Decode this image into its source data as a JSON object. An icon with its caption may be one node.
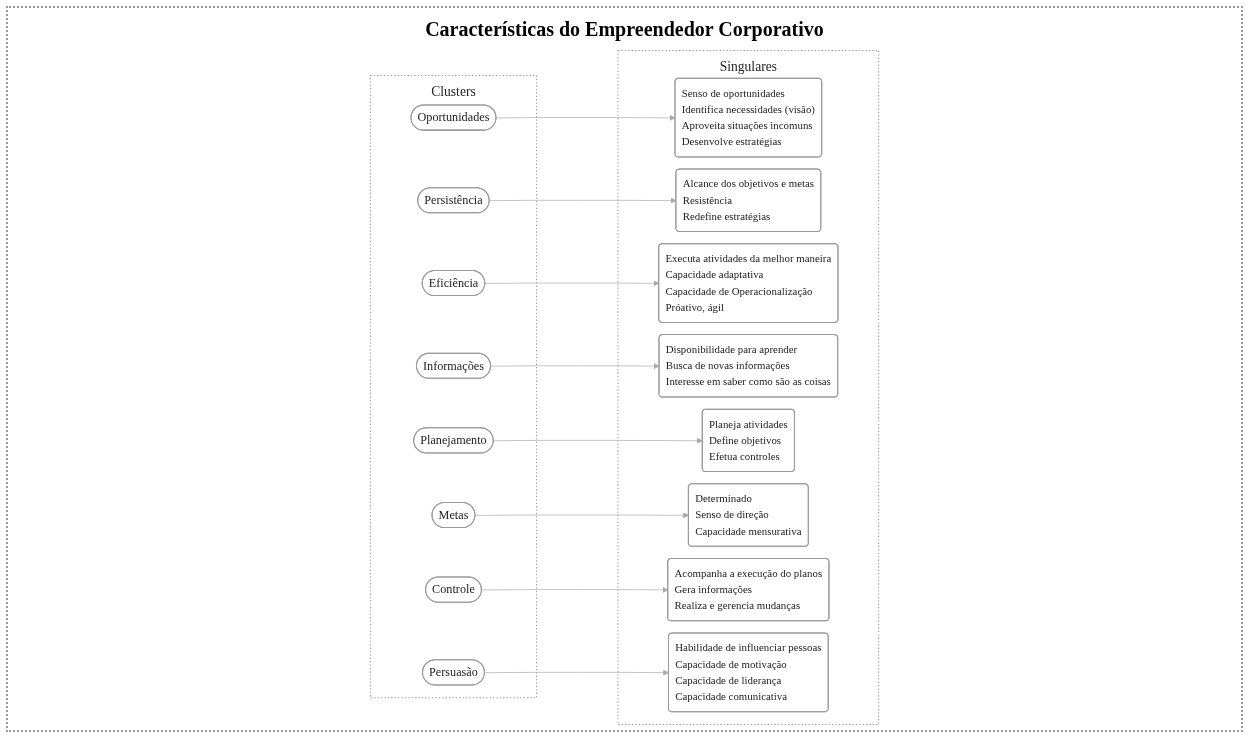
{
  "diagram": {
    "title": "Características do Empreendedor Corporativo",
    "nodes": [
      {
        "text": [
          "Clusters"
        ]
      },
      {
        "text": [
          "Oportunidades"
        ],
        "in": 0
      },
      {
        "text": [
          "Persistência"
        ],
        "in": 0
      },
      {
        "text": [
          "Eficiência"
        ],
        "in": 0
      },
      {
        "text": [
          "Informações"
        ],
        "in": 0
      },
      {
        "text": [
          "Planejamento"
        ],
        "in": 0
      },
      {
        "text": [
          "Metas"
        ],
        "in": 0
      },
      {
        "text": [
          "Controle"
        ],
        "in": 0
      },
      {
        "text": [
          "Persuasão"
        ],
        "in": 0
      },
      {
        "text": [
          "Singulares"
        ]
      },
      {
        "text": [
          "Senso de oportunidades",
          "Identifica necessidades (visão)",
          "Aproveita situações incomuns",
          "Desenvolve estratégias"
        ],
        "in": 9
      },
      {
        "text": [
          "Alcance dos objetivos e metas",
          "Resistência",
          "Redefine estratégias"
        ],
        "in": 9
      },
      {
        "text": [
          "Executa atividades da melhor maneira",
          "Capacidade adaptativa",
          "Capacidade de Operacionalização",
          "Próativo, ágil"
        ],
        "in": 9
      },
      {
        "text": [
          "Disponibilidade para aprender",
          "Busca de novas informações",
          "Interesse em saber como são as coisas"
        ],
        "in": 9
      },
      {
        "text": [
          "Planeja atividades",
          "Define objetivos",
          "Efetua controles"
        ],
        "in": 9
      },
      {
        "text": [
          "Determinado",
          "Senso de direção",
          "Capacidade mensurativa"
        ],
        "in": 9
      },
      {
        "text": [
          "Acompanha a execução do planos",
          "Gera informações",
          "Realiza e gerencia mudanças"
        ],
        "in": 9
      },
      {
        "text": [
          "Habilidade de influenciar pessoas",
          "Capacidade de motivação",
          "Capacidade de liderança",
          "Capacidade comunicativa"
        ],
        "in": 9
      }
    ],
    "edges": [
      {
        "from": 1,
        "to": 10,
        "arrow": "to"
      },
      {
        "from": 2,
        "to": 11,
        "arrow": "to"
      },
      {
        "from": 3,
        "to": 12,
        "arrow": "to"
      },
      {
        "from": 4,
        "to": 13,
        "arrow": "to"
      },
      {
        "from": 5,
        "to": 14,
        "arrow": "to"
      },
      {
        "from": 6,
        "to": 15,
        "arrow": "to"
      },
      {
        "from": 7,
        "to": 16,
        "arrow": "to"
      },
      {
        "from": 8,
        "to": 17,
        "arrow": "to"
      }
    ]
  }
}
